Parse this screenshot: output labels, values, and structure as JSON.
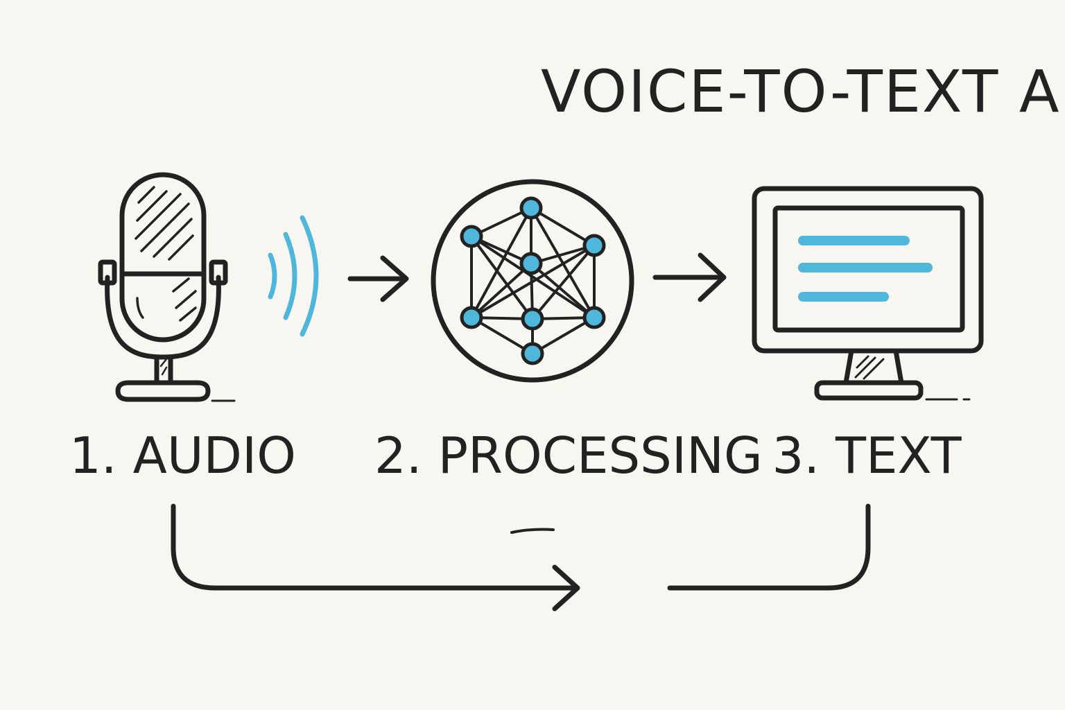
{
  "title": "VOICE-TO-TEXT AI",
  "steps": [
    {
      "label": "1. AUDIO",
      "icon": "microphone-icon"
    },
    {
      "label": "2. PROCESSING",
      "icon": "neural-network-icon"
    },
    {
      "label": "3. TEXT",
      "icon": "monitor-icon"
    }
  ],
  "colors": {
    "ink": "#222222",
    "accent": "#4fb6dc",
    "paper": "#f8f6f0"
  }
}
